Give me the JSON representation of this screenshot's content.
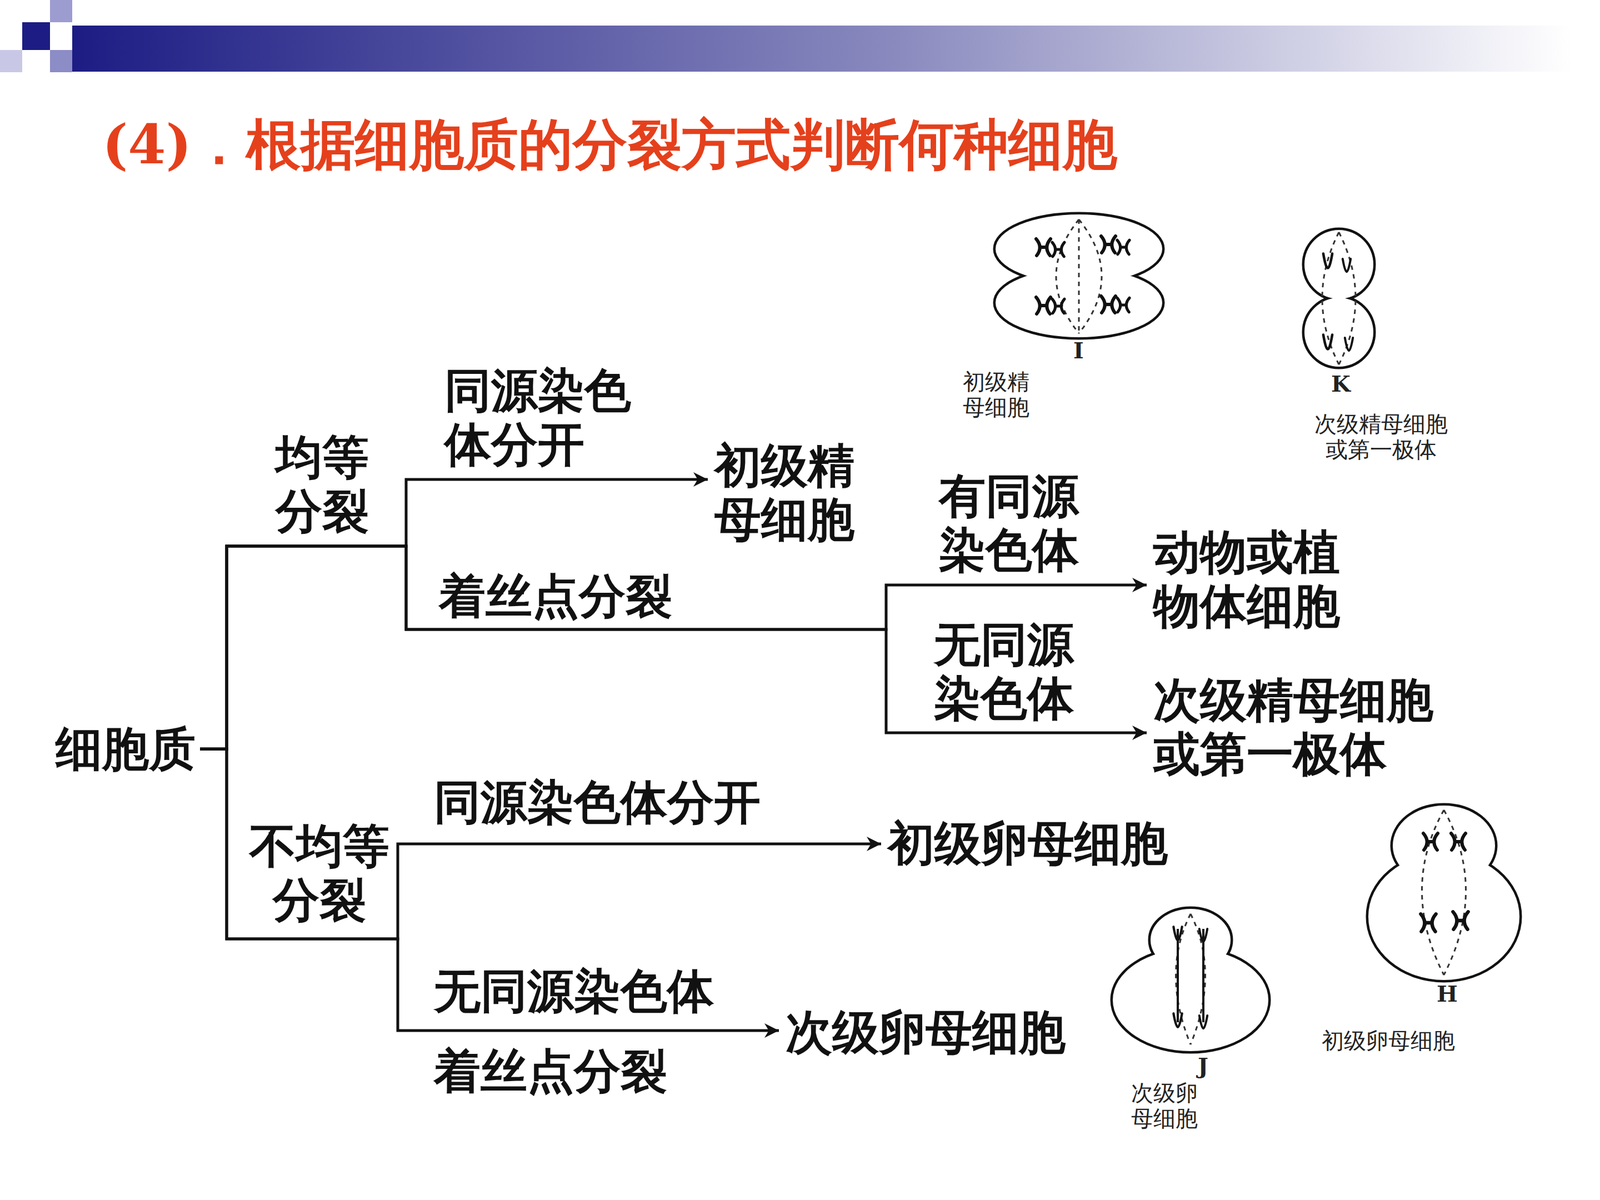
{
  "diagram": {
    "title": "(4)．根据细胞质的分裂方式判断何种细胞",
    "nodes": [
      {
        "text": [
          "细胞质"
        ]
      },
      {
        "text": [
          "初级精母细胞"
        ]
      },
      {
        "text": [
          "动物或植物体细胞"
        ]
      },
      {
        "text": [
          "次级精母细胞或第一极体"
        ]
      },
      {
        "text": [
          "初级卵母细胞"
        ]
      },
      {
        "text": [
          "次级卵母细胞"
        ]
      }
    ],
    "edges": [
      {
        "from": 0,
        "to": 1,
        "arrow": "to",
        "label": "同源染色体分开"
      },
      {
        "from": 0,
        "to": 2,
        "arrow": "to",
        "label": "有同源染色体"
      },
      {
        "from": 0,
        "to": 3,
        "arrow": "to",
        "label": "无同源染色体"
      },
      {
        "from": 0,
        "to": 4,
        "arrow": "to",
        "label": "同源染色体分开"
      },
      {
        "from": 0,
        "to": 5,
        "arrow": "to",
        "label": "无同源染色体"
      }
    ],
    "labels": [
      "均等分裂",
      "着丝点分裂",
      "不均等分裂",
      "着丝点分裂",
      "I",
      "初级精母细胞",
      "K",
      "次级精母细胞或第一极体",
      "J",
      "次级卵母细胞",
      "H",
      "初级卵母细胞"
    ]
  }
}
